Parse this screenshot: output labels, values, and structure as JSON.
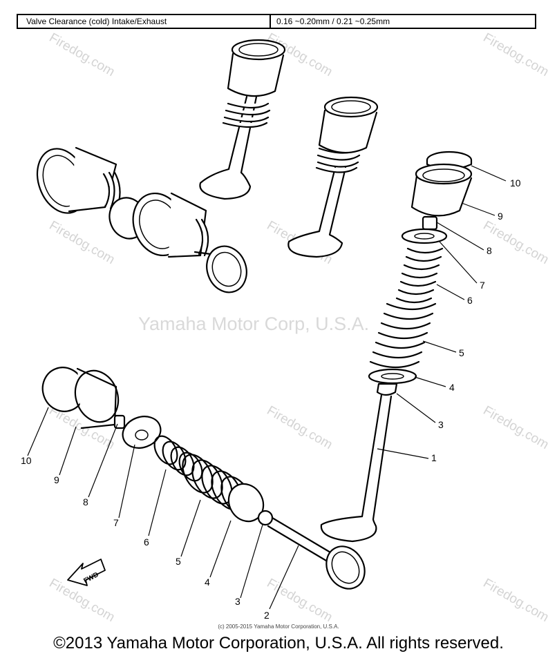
{
  "spec": {
    "label": "Valve Clearance (cold) Intake/Exhaust",
    "value": "0.16 ~0.20mm / 0.21 ~0.25mm"
  },
  "watermarks": {
    "site": "Firedog.com",
    "center": "Yamaha Motor Corp, U.S.A."
  },
  "fwd_label": "FWD",
  "callouts_right": [
    "10",
    "9",
    "8",
    "7",
    "6",
    "5",
    "4",
    "3",
    "1"
  ],
  "callouts_left": [
    "10",
    "9",
    "8",
    "7",
    "6",
    "5",
    "4",
    "3",
    "2"
  ],
  "small_copyright": "(c) 2005-2015 Yamaha Motor Corporation, U.S.A.",
  "footer": "©2013 Yamaha Motor Corporation, U.S.A. All rights reserved."
}
